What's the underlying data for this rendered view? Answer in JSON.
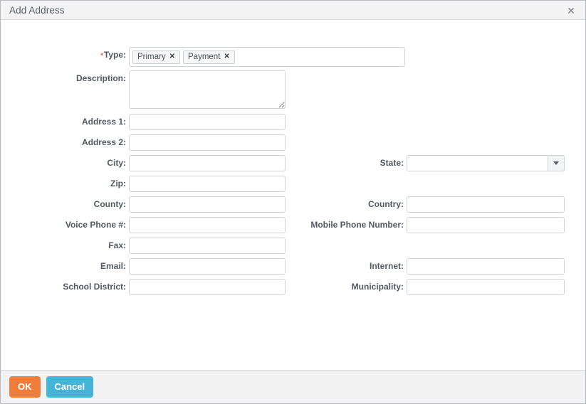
{
  "dialog": {
    "title": "Add Address",
    "close_icon": "close-icon",
    "close_glyph": "✕"
  },
  "form": {
    "type": {
      "label": "Type:",
      "required": true,
      "required_marker": "*",
      "tags": [
        {
          "label": "Primary",
          "remove_glyph": "✕"
        },
        {
          "label": "Payment",
          "remove_glyph": "✕"
        }
      ],
      "value": ""
    },
    "description": {
      "label": "Description:",
      "value": "",
      "placeholder": ""
    },
    "address1": {
      "label": "Address 1:",
      "value": "",
      "placeholder": ""
    },
    "address2": {
      "label": "Address 2:",
      "value": "",
      "placeholder": ""
    },
    "city": {
      "label": "City:",
      "value": "",
      "placeholder": ""
    },
    "zip": {
      "label": "Zip:",
      "value": "",
      "placeholder": ""
    },
    "county": {
      "label": "County:",
      "value": "",
      "placeholder": ""
    },
    "voice_phone": {
      "label": "Voice Phone #:",
      "value": "",
      "placeholder": ""
    },
    "fax": {
      "label": "Fax:",
      "value": "",
      "placeholder": ""
    },
    "email": {
      "label": "Email:",
      "value": "",
      "placeholder": ""
    },
    "school_district": {
      "label": "School District:",
      "value": "",
      "placeholder": ""
    },
    "state": {
      "label": "State:",
      "value": "",
      "caret_icon": "chevron-down-icon"
    },
    "country": {
      "label": "Country:",
      "value": "",
      "placeholder": ""
    },
    "mobile_phone": {
      "label": "Mobile Phone Number:",
      "value": "",
      "placeholder": ""
    },
    "internet": {
      "label": "Internet:",
      "value": "",
      "placeholder": ""
    },
    "municipality": {
      "label": "Municipality:",
      "value": "",
      "placeholder": ""
    }
  },
  "footer": {
    "ok_label": "OK",
    "cancel_label": "Cancel"
  },
  "colors": {
    "ok_button": "#ef7e3c",
    "cancel_button": "#45b4d6",
    "required_asterisk": "#e8433a",
    "title_bar": "#f4f4f4",
    "footer_bar": "#f2f2f2",
    "label_text": "#515963",
    "input_border": "#cfd3d8"
  }
}
